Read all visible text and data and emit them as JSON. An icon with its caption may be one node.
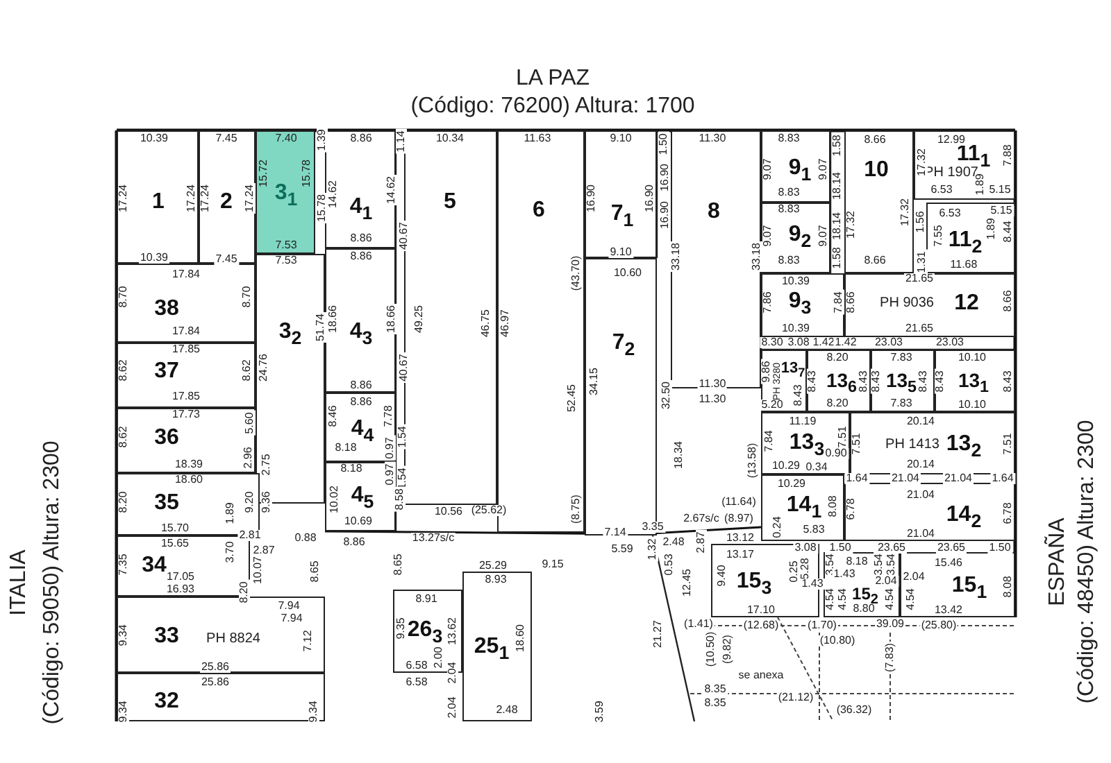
{
  "diagram": {
    "nodes": [
      {
        "text": [
          "1"
        ]
      },
      {
        "text": [
          "2"
        ]
      },
      {
        "text": [
          "3$_{1}$"
        ]
      },
      {
        "text": [
          "4$_{1}$"
        ]
      },
      {
        "text": [
          "5"
        ]
      },
      {
        "text": [
          "6"
        ]
      },
      {
        "text": [
          "7$_{1}$"
        ]
      },
      {
        "text": [
          "8"
        ]
      },
      {
        "text": [
          "9$_{1}$"
        ]
      },
      {
        "text": [
          "10"
        ]
      },
      {
        "text": [
          "11$_{1}$",
          "PH 1907"
        ]
      },
      {
        "text": [
          "11$_{2}$"
        ]
      },
      {
        "text": [
          "9$_{2}$"
        ]
      },
      {
        "text": [
          "38"
        ]
      },
      {
        "text": [
          "3$_{2}$"
        ]
      },
      {
        "text": [
          "4$_{3}$"
        ]
      },
      {
        "text": [
          "7$_{2}$"
        ]
      },
      {
        "text": [
          "9$_{3}$"
        ]
      },
      {
        "text": [
          "PH 9036",
          "12"
        ]
      },
      {
        "text": [
          "37"
        ]
      },
      {
        "text": [
          "13$_{7}$",
          "PH 3280"
        ]
      },
      {
        "text": [
          "13$_{6}$"
        ]
      },
      {
        "text": [
          "13$_{5}$"
        ]
      },
      {
        "text": [
          "13$_{1}$"
        ]
      },
      {
        "text": [
          "4$_{4}$"
        ]
      },
      {
        "text": [
          "36"
        ]
      },
      {
        "text": [
          "13$_{3}$"
        ]
      },
      {
        "text": [
          "PH 1413",
          "13$_{2}$"
        ]
      },
      {
        "text": [
          "4$_{5}$"
        ]
      },
      {
        "text": [
          "35"
        ]
      },
      {
        "text": [
          "14$_{1}$"
        ]
      },
      {
        "text": [
          "14$_{2}$"
        ]
      },
      {
        "text": [
          "34"
        ]
      },
      {
        "text": [
          "15$_{3}$"
        ]
      },
      {
        "text": [
          "15$_{2}$"
        ]
      },
      {
        "text": [
          "15$_{1}$"
        ]
      },
      {
        "text": [
          "26$_{3}$"
        ]
      },
      {
        "text": [
          "33",
          "PH 8824"
        ]
      },
      {
        "text": [
          "25$_{1}$"
        ]
      },
      {
        "text": [
          "32"
        ]
      }
    ],
    "edges": [],
    "labels": [
      "LA PAZ",
      "(Código: 76200) Altura: 1700",
      "ITALIA",
      "(Código: 59050) Altura: 2300",
      "ESPAÑA",
      "(Código: 48450) Altura: 2300",
      "10.39",
      "7.45",
      "7.40",
      "1.39",
      "8.86",
      "1.14",
      "10.34",
      "11.63",
      "9.10",
      "1.50",
      "11.30",
      "8.83",
      "1.58",
      "8.66",
      "12.99",
      "17.24",
      "17.24",
      "17.24",
      "17.24",
      "15.72",
      "15.78",
      "15.78",
      "14.62",
      "14.62",
      "16.90",
      "16.90",
      "16.90",
      "16.90",
      "9.07",
      "9.07",
      "17.32",
      "7.88",
      "8.83",
      "18.14",
      "6.53",
      "1.89",
      "5.15",
      "9.07",
      "8.83",
      "9.07",
      "18.14",
      "17.32",
      "17.32",
      "1.56",
      "7.55",
      "6.53",
      "1.89",
      "5.15",
      "8.44",
      "7.53",
      "8.86",
      "40.67",
      "33.18",
      "33.18",
      "9.10",
      "10.39",
      "7.45",
      "7.53",
      "8.86",
      "1.58",
      "1.31",
      "8.83",
      "8.66",
      "11.68",
      "17.84",
      "10.60",
      "(43.70)",
      "10.39",
      "21.65",
      "8.70",
      "8.70",
      "7.86",
      "7.84",
      "8.66",
      "8.66",
      "51.74",
      "18.66",
      "18.66",
      "49.25",
      "46.75",
      "46.97",
      "17.84",
      "10.39",
      "21.65",
      "8.30",
      "3.08",
      "1.42",
      "1.42",
      "23.03",
      "23.03",
      "17.85",
      "8.62",
      "8.62",
      "24.76",
      "40.67",
      "9.86",
      "8.20",
      "7.83",
      "10.10",
      "8.86",
      "34.15",
      "11.30",
      "8.43",
      "8.43",
      "8.43",
      "8.43",
      "8.43",
      "8.43",
      "17.85",
      "8.86",
      "52.45",
      "32.50",
      "11.30",
      "8.43",
      "5.20",
      "8.20",
      "7.83",
      "10.10",
      "17.73",
      "8.46",
      "7.78",
      "11.19",
      "20.14",
      "5.60",
      "8.62",
      "7.84",
      "7.51",
      "7.51",
      "7.51",
      "8.18",
      "0.97",
      "1.54",
      "18.34",
      "(13.58)",
      "2.96",
      "2.75",
      "18.39",
      "8.18",
      "0.97",
      "1.54",
      "10.29",
      "0.34",
      "0.90",
      "20.14",
      "18.60",
      "1.64",
      "21.04",
      "21.04",
      "1.64",
      "10.29",
      "8.20",
      "1.89",
      "9.20",
      "9.36",
      "10.02",
      "8.58",
      "10.56",
      "(25.62)",
      "(8.75)",
      "(11.64)",
      "8.08",
      "6.78",
      "21.04",
      "6.78",
      "15.70",
      "10.69",
      "3.35",
      "2.67s/c",
      "(8.97)",
      "0.24",
      "5.83",
      "15.65",
      "2.81",
      "0.88",
      "8.86",
      "13.27s/c",
      "7.14",
      "2.48",
      "2.87",
      "13.12",
      "21.04",
      "3.70",
      "2.87",
      "5.59",
      "1.32",
      "13.17",
      "3.08",
      "1.50",
      "23.65",
      "23.65",
      "1.50",
      "7.35",
      "8.65",
      "25.29",
      "9.15",
      "0.53",
      "0.25",
      "5.28",
      "3.54",
      "8.18",
      "3.54",
      "3.54",
      "15.46",
      "10.07",
      "8.65",
      "17.05",
      "9.40",
      "12.45",
      "8.93",
      "1.43",
      "1.43",
      "2.04",
      "2.04",
      "8.08",
      "16.93",
      "8.20",
      "4.54",
      "4.54",
      "4.54",
      "4.54",
      "8.91",
      "7.94",
      "17.10",
      "8.80",
      "13.42",
      "7.94",
      "(1.41)",
      "(12.68)",
      "(1.70)",
      "39.09",
      "(25.80)",
      "9.34",
      "7.12",
      "9.35",
      "13.62",
      "18.60",
      "21.27",
      "(10.80)",
      "2.00",
      "(10.50)",
      "(9.82)",
      "(7.83)",
      "25.86",
      "6.58",
      "2.04",
      "se anexa",
      "25.86",
      "6.58",
      "8.35",
      "9.34",
      "9.34",
      "2.04",
      "2.48",
      "3.59",
      "8.35",
      "(21.12)",
      "(36.32)"
    ]
  }
}
